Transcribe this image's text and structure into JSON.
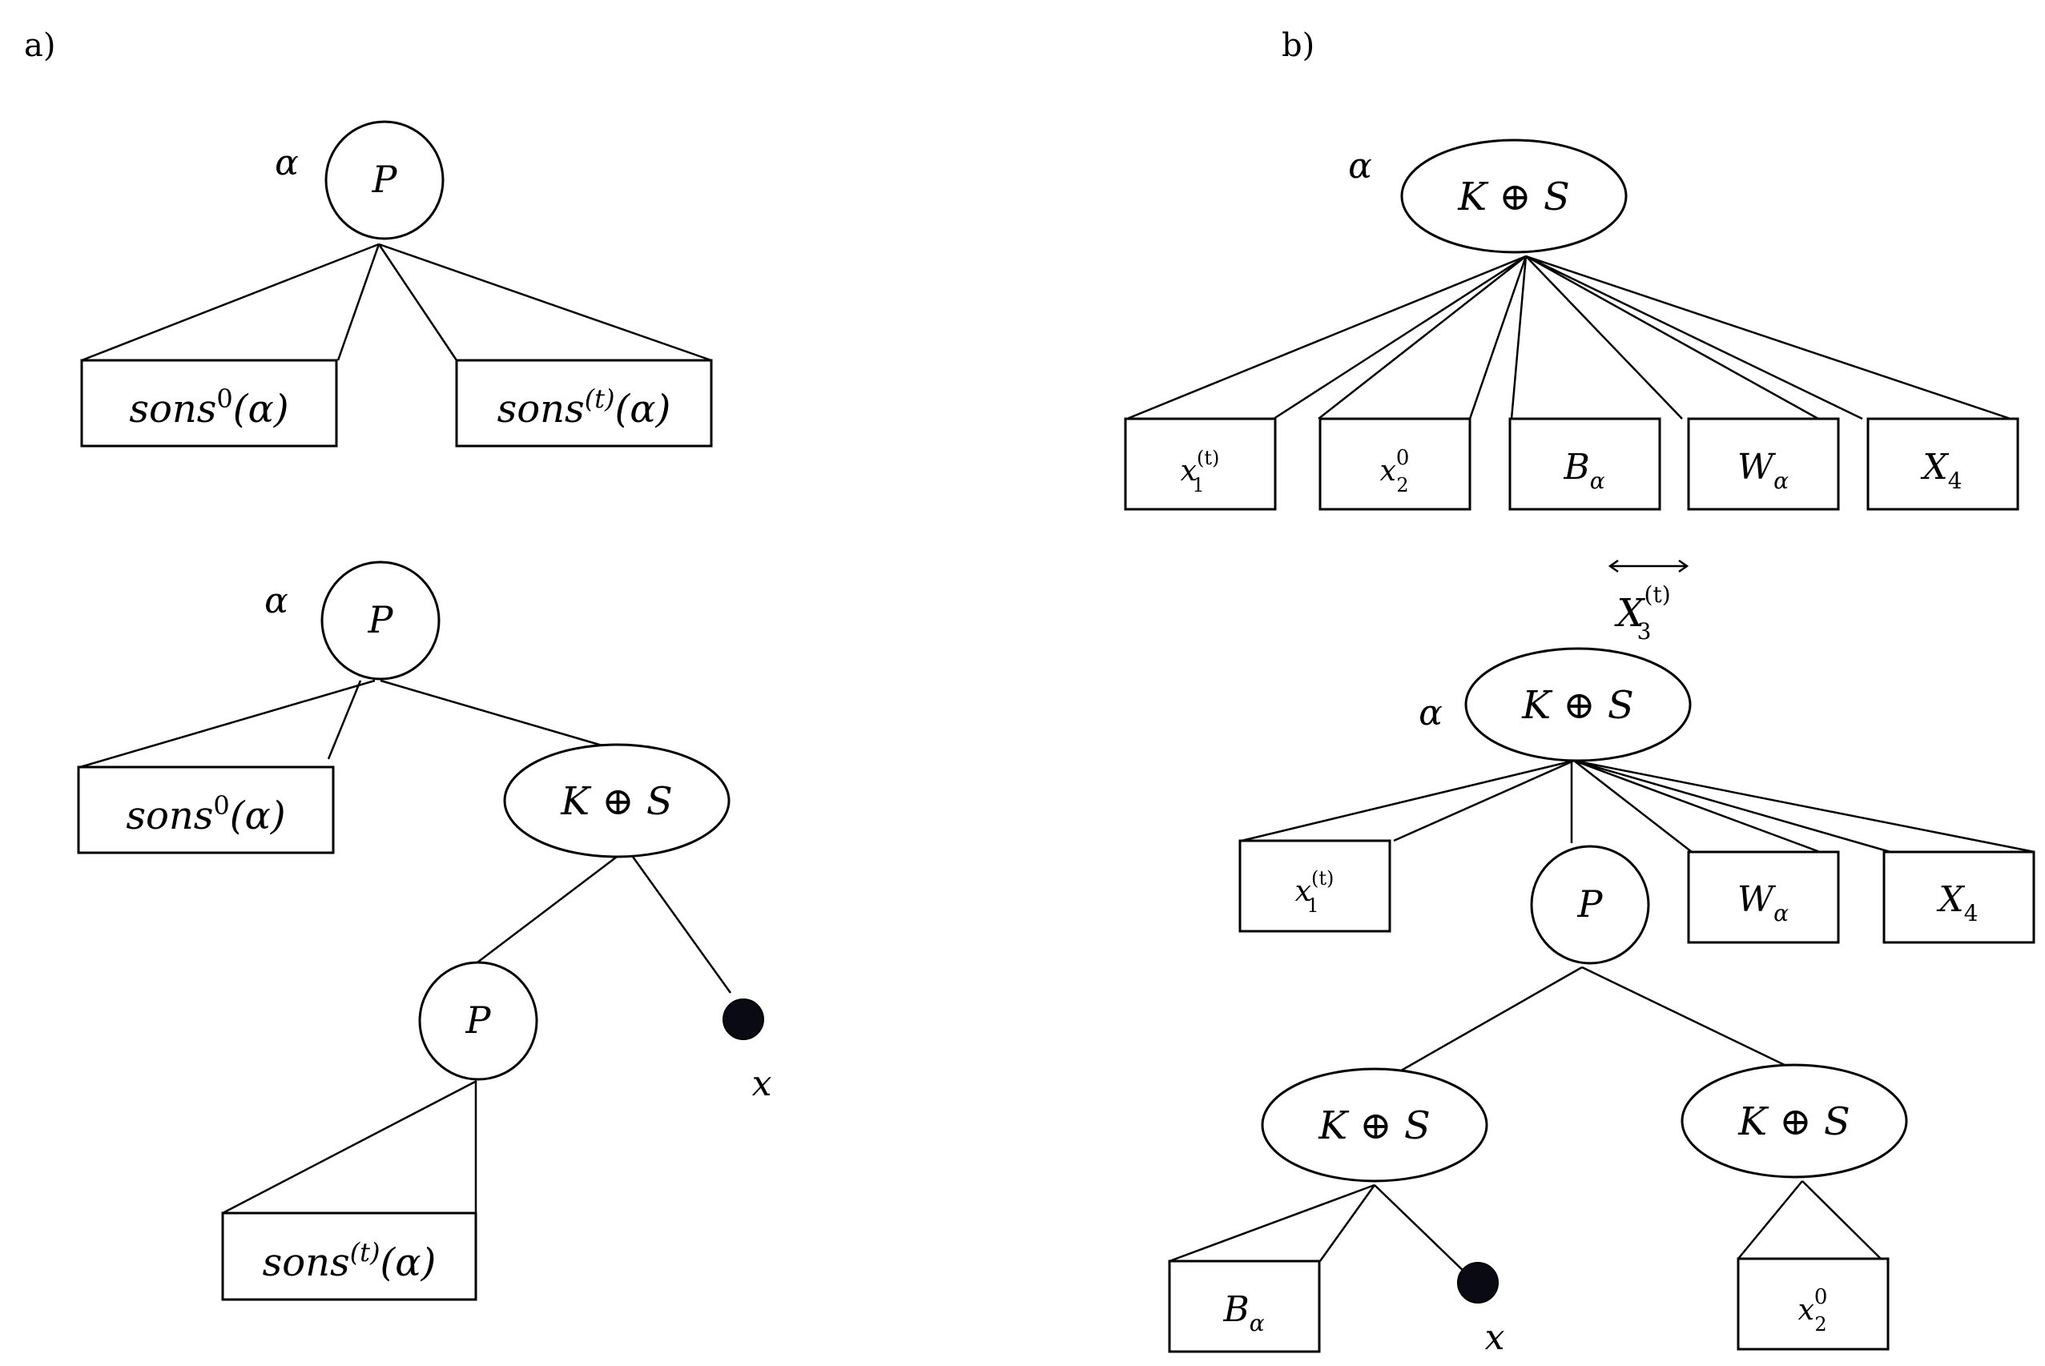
{
  "panels": {
    "a": {
      "label": "a)"
    },
    "b": {
      "label": "b)"
    }
  },
  "symbols": {
    "alpha": "α",
    "P": "P",
    "KS": "K ⊕ S",
    "x": "x",
    "sons": "sons",
    "sup0": "0",
    "supT": "(t)",
    "arg": "(α)",
    "X": "X",
    "B": "B",
    "W": "W",
    "sub1": "1",
    "sub2": "2",
    "sub3": "3",
    "sub4": "4",
    "subAlpha": "α"
  },
  "colors": {
    "line": "#000000",
    "leaf_dot": "#0a0a14",
    "background": "#ffffff"
  }
}
